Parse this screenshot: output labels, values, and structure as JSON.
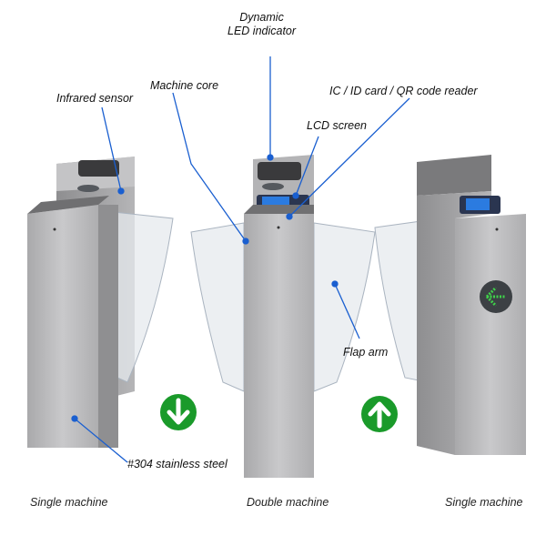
{
  "labels": {
    "dynamic_led_line1": "Dynamic",
    "dynamic_led_line2": "LED indicator",
    "infrared_sensor": "Infrared sensor",
    "machine_core": "Machine core",
    "reader": "IC / ID card / QR code reader",
    "lcd_screen": "LCD screen",
    "flap_arm": "Flap arm",
    "steel": "#304 stainless steel"
  },
  "captions": {
    "left": "Single machine",
    "middle": "Double machine",
    "right": "Single machine"
  },
  "icons": {
    "down_arrow": "arrow-down-icon",
    "up_arrow": "arrow-up-icon",
    "left_arrow": "arrow-left-icon"
  },
  "colors": {
    "leader_line": "#1a5fd0",
    "arrow_green": "#1a9a2a",
    "steel": "#b9b9bb"
  }
}
